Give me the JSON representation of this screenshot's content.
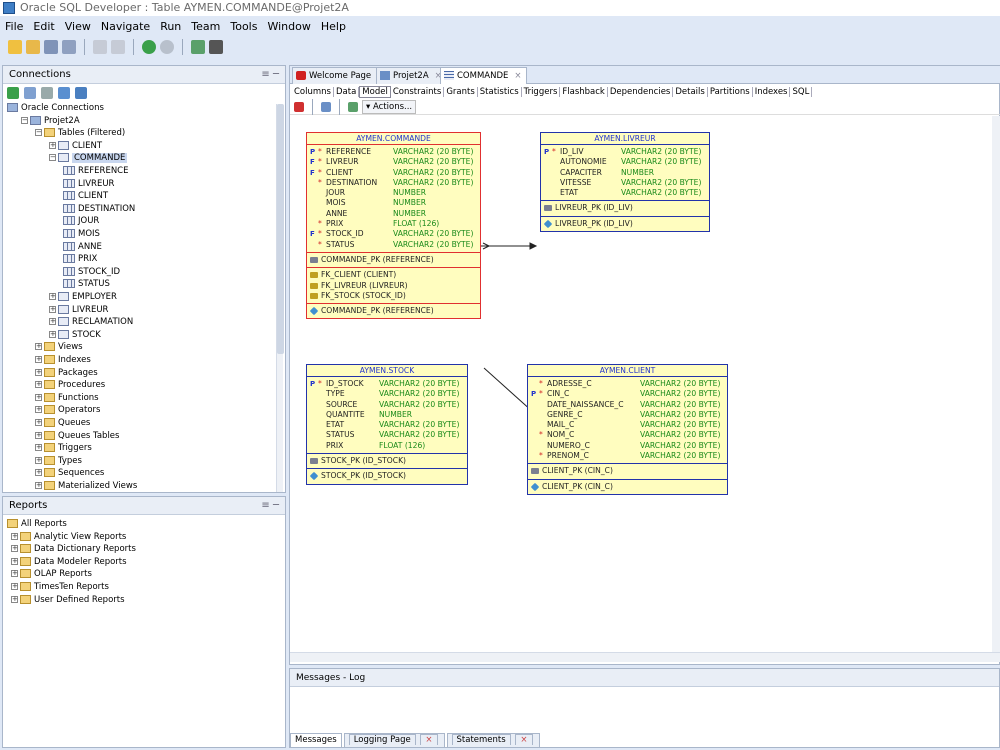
{
  "window": {
    "title": "Oracle SQL Developer : Table AYMEN.COMMANDE@Projet2A"
  },
  "menu": [
    "File",
    "Edit",
    "View",
    "Navigate",
    "Run",
    "Team",
    "Tools",
    "Window",
    "Help"
  ],
  "connections_panel": {
    "title": "Connections",
    "tree": [
      {
        "label": "Oracle Connections",
        "depth": 0,
        "icon": "database-icon"
      },
      {
        "label": "Projet2A",
        "depth": 1,
        "icon": "connection-icon",
        "expanded": true
      },
      {
        "label": "Tables (Filtered)",
        "depth": 2,
        "icon": "folder-icon",
        "expanded": true
      },
      {
        "label": "CLIENT",
        "depth": 3,
        "icon": "table-icon"
      },
      {
        "label": "COMMANDE",
        "depth": 3,
        "icon": "table-icon",
        "expanded": true,
        "selected": true
      },
      {
        "label": "REFERENCE",
        "depth": 4,
        "icon": "column-icon"
      },
      {
        "label": "LIVREUR",
        "depth": 4,
        "icon": "column-icon"
      },
      {
        "label": "CLIENT",
        "depth": 4,
        "icon": "column-icon"
      },
      {
        "label": "DESTINATION",
        "depth": 4,
        "icon": "column-icon"
      },
      {
        "label": "JOUR",
        "depth": 4,
        "icon": "column-icon"
      },
      {
        "label": "MOIS",
        "depth": 4,
        "icon": "column-icon"
      },
      {
        "label": "ANNE",
        "depth": 4,
        "icon": "column-icon"
      },
      {
        "label": "PRIX",
        "depth": 4,
        "icon": "column-icon"
      },
      {
        "label": "STOCK_ID",
        "depth": 4,
        "icon": "column-icon"
      },
      {
        "label": "STATUS",
        "depth": 4,
        "icon": "column-icon"
      },
      {
        "label": "EMPLOYER",
        "depth": 3,
        "icon": "table-icon"
      },
      {
        "label": "LIVREUR",
        "depth": 3,
        "icon": "table-icon"
      },
      {
        "label": "RECLAMATION",
        "depth": 3,
        "icon": "table-icon"
      },
      {
        "label": "STOCK",
        "depth": 3,
        "icon": "table-icon"
      },
      {
        "label": "Views",
        "depth": 2,
        "icon": "folder-icon"
      },
      {
        "label": "Indexes",
        "depth": 2,
        "icon": "folder-icon"
      },
      {
        "label": "Packages",
        "depth": 2,
        "icon": "folder-icon"
      },
      {
        "label": "Procedures",
        "depth": 2,
        "icon": "folder-icon"
      },
      {
        "label": "Functions",
        "depth": 2,
        "icon": "folder-icon"
      },
      {
        "label": "Operators",
        "depth": 2,
        "icon": "folder-icon"
      },
      {
        "label": "Queues",
        "depth": 2,
        "icon": "folder-icon"
      },
      {
        "label": "Queues Tables",
        "depth": 2,
        "icon": "folder-icon"
      },
      {
        "label": "Triggers",
        "depth": 2,
        "icon": "folder-icon"
      },
      {
        "label": "Types",
        "depth": 2,
        "icon": "folder-icon"
      },
      {
        "label": "Sequences",
        "depth": 2,
        "icon": "folder-icon"
      },
      {
        "label": "Materialized Views",
        "depth": 2,
        "icon": "folder-icon"
      }
    ]
  },
  "reports_panel": {
    "title": "Reports",
    "tree": [
      {
        "label": "All Reports",
        "depth": 0
      },
      {
        "label": "Analytic View Reports",
        "depth": 1
      },
      {
        "label": "Data Dictionary Reports",
        "depth": 1
      },
      {
        "label": "Data Modeler Reports",
        "depth": 1
      },
      {
        "label": "OLAP Reports",
        "depth": 1
      },
      {
        "label": "TimesTen Reports",
        "depth": 1
      },
      {
        "label": "User Defined Reports",
        "depth": 1
      }
    ]
  },
  "editor": {
    "tabs": [
      {
        "label": "Welcome Page",
        "icon": "oracle-icon"
      },
      {
        "label": "Projet2A",
        "icon": "connection-icon"
      },
      {
        "label": "COMMANDE",
        "icon": "table-icon",
        "active": true
      }
    ],
    "subtabs": [
      "Columns",
      "Data",
      "Model",
      "Constraints",
      "Grants",
      "Statistics",
      "Triggers",
      "Flashback",
      "Dependencies",
      "Details",
      "Partitions",
      "Indexes",
      "SQL"
    ],
    "selected_subtab": "Model",
    "actions_label": "Actions..."
  },
  "entities": [
    {
      "id": "commande",
      "title": "AYMEN.COMMANDE",
      "selected": true,
      "columns": [
        {
          "k": "P",
          "m": "*",
          "name": "REFERENCE",
          "type": "VARCHAR2 (20 BYTE)"
        },
        {
          "k": "F",
          "m": "*",
          "name": "LIVREUR",
          "type": "VARCHAR2 (20 BYTE)"
        },
        {
          "k": "F",
          "m": "*",
          "name": "CLIENT",
          "type": "VARCHAR2 (20 BYTE)"
        },
        {
          "k": "",
          "m": "*",
          "name": "DESTINATION",
          "type": "VARCHAR2 (20 BYTE)"
        },
        {
          "k": "",
          "m": "",
          "name": "JOUR",
          "type": "NUMBER"
        },
        {
          "k": "",
          "m": "",
          "name": "MOIS",
          "type": "NUMBER"
        },
        {
          "k": "",
          "m": "",
          "name": "ANNE",
          "type": "NUMBER"
        },
        {
          "k": "",
          "m": "*",
          "name": "PRIX",
          "type": "FLOAT (126)"
        },
        {
          "k": "F",
          "m": "*",
          "name": "STOCK_ID",
          "type": "VARCHAR2 (20 BYTE)"
        },
        {
          "k": "",
          "m": "*",
          "name": "STATUS",
          "type": "VARCHAR2 (20 BYTE)"
        }
      ],
      "pk": [
        "COMMANDE_PK (REFERENCE)"
      ],
      "fks": [
        "FK_CLIENT (CLIENT)",
        "FK_LIVREUR (LIVREUR)",
        "FK_STOCK (STOCK_ID)"
      ],
      "uks": [
        "COMMANDE_PK (REFERENCE)"
      ]
    },
    {
      "id": "livreur",
      "title": "AYMEN.LIVREUR",
      "selected": false,
      "columns": [
        {
          "k": "P",
          "m": "*",
          "name": "ID_LIV",
          "type": "VARCHAR2 (20 BYTE)"
        },
        {
          "k": "",
          "m": "",
          "name": "AUTONOMIE",
          "type": "VARCHAR2 (20 BYTE)"
        },
        {
          "k": "",
          "m": "",
          "name": "CAPACITER",
          "type": "NUMBER"
        },
        {
          "k": "",
          "m": "",
          "name": "VITESSE",
          "type": "VARCHAR2 (20 BYTE)"
        },
        {
          "k": "",
          "m": "",
          "name": "ETAT",
          "type": "VARCHAR2 (20 BYTE)"
        }
      ],
      "pk": [
        "LIVREUR_PK (ID_LIV)"
      ],
      "fks": [],
      "uks": [
        "LIVREUR_PK (ID_LIV)"
      ]
    },
    {
      "id": "stock",
      "title": "AYMEN.STOCK",
      "selected": false,
      "columns": [
        {
          "k": "P",
          "m": "*",
          "name": "ID_STOCK",
          "type": "VARCHAR2 (20 BYTE)"
        },
        {
          "k": "",
          "m": "",
          "name": "TYPE",
          "type": "VARCHAR2 (20 BYTE)"
        },
        {
          "k": "",
          "m": "",
          "name": "SOURCE",
          "type": "VARCHAR2 (20 BYTE)"
        },
        {
          "k": "",
          "m": "",
          "name": "QUANTITE",
          "type": "NUMBER"
        },
        {
          "k": "",
          "m": "",
          "name": "ETAT",
          "type": "VARCHAR2 (20 BYTE)"
        },
        {
          "k": "",
          "m": "",
          "name": "STATUS",
          "type": "VARCHAR2 (20 BYTE)"
        },
        {
          "k": "",
          "m": "",
          "name": "PRIX",
          "type": "FLOAT (126)"
        }
      ],
      "pk": [
        "STOCK_PK (ID_STOCK)"
      ],
      "fks": [],
      "uks": [
        "STOCK_PK (ID_STOCK)"
      ]
    },
    {
      "id": "client",
      "title": "AYMEN.CLIENT",
      "selected": false,
      "columns": [
        {
          "k": "",
          "m": "*",
          "name": "ADRESSE_C",
          "type": "VARCHAR2 (20 BYTE)"
        },
        {
          "k": "P",
          "m": "*",
          "name": "CIN_C",
          "type": "VARCHAR2 (20 BYTE)"
        },
        {
          "k": "",
          "m": "",
          "name": "DATE_NAISSANCE_C",
          "type": "VARCHAR2 (20 BYTE)"
        },
        {
          "k": "",
          "m": "",
          "name": "GENRE_C",
          "type": "VARCHAR2 (20 BYTE)"
        },
        {
          "k": "",
          "m": "",
          "name": "MAIL_C",
          "type": "VARCHAR2 (20 BYTE)"
        },
        {
          "k": "",
          "m": "*",
          "name": "NOM_C",
          "type": "VARCHAR2 (20 BYTE)"
        },
        {
          "k": "",
          "m": "",
          "name": "NUMERO_C",
          "type": "VARCHAR2 (20 BYTE)"
        },
        {
          "k": "",
          "m": "*",
          "name": "PRENOM_C",
          "type": "VARCHAR2 (20 BYTE)"
        }
      ],
      "pk": [
        "CLIENT_PK (CIN_C)"
      ],
      "fks": [],
      "uks": [
        "CLIENT_PK (CIN_C)"
      ]
    }
  ],
  "messages_panel": {
    "title": "Messages - Log",
    "tabs": [
      "Messages",
      "Logging Page",
      "Statements"
    ]
  },
  "colors": {
    "accent": "#2233cc",
    "selection": "#e03030",
    "entity_bg": "#fffdbf",
    "type_green": "#1a8a1a"
  }
}
